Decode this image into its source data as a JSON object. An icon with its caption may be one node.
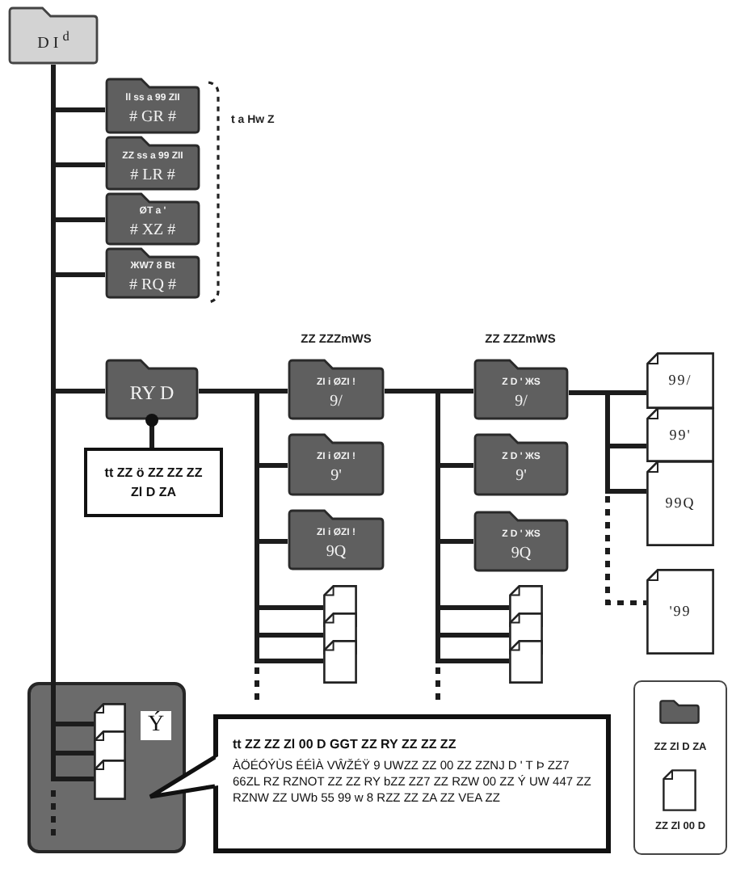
{
  "diagram": {
    "nodes": [
      {
        "text": [
          "D I $^{d}$"
        ]
      },
      {
        "text": [
          "ll ss a 99 ZII",
          "# GR #"
        ]
      },
      {
        "text": [
          "ZZ ss a 99 ZII",
          "# LR #"
        ]
      },
      {
        "text": [
          "ØT a '",
          "# XZ #"
        ]
      },
      {
        "text": [
          "ЖW7 8 Bt",
          "# RQ #"
        ]
      },
      {
        "text": [
          "RY D"
        ]
      },
      {
        "text": [
          "tt ZZ ö ZZ ZZ ZZ Zl D ZA"
        ]
      },
      {
        "text": [
          "ZI i ØZI !",
          "9/"
        ]
      },
      {
        "text": [
          "ZI i ØZI !",
          "9'"
        ]
      },
      {
        "text": [
          "ZI i ØZI !",
          "9Q"
        ]
      },
      {
        "text": [
          "Z D ' ЖS",
          "9/"
        ]
      },
      {
        "text": [
          "Z D ' ЖS",
          "9'"
        ]
      },
      {
        "text": [
          "Z D ' ЖS",
          "9Q"
        ]
      },
      {
        "text": [],
        "shape": "document"
      },
      {
        "text": [],
        "shape": "document"
      },
      {
        "text": [],
        "shape": "document"
      },
      {
        "text": [],
        "shape": "document"
      },
      {
        "text": [],
        "shape": "document"
      },
      {
        "text": [],
        "shape": "document"
      },
      {
        "text": [
          "99/"
        ]
      },
      {
        "text": [
          "99'"
        ]
      },
      {
        "text": [
          "99Q"
        ]
      },
      {
        "text": [
          "'99"
        ]
      },
      {
        "text": [],
        "shape": "box"
      },
      {
        "text": [],
        "shape": "document",
        "in": 23
      },
      {
        "text": [],
        "shape": "document",
        "in": 23
      },
      {
        "text": [],
        "shape": "document",
        "in": 23
      },
      {
        "text": [
          "Ý"
        ],
        "in": 23
      },
      {
        "text": [
          "tt ZZ ZZ Zl 00 D GGT ZZ RY ZZ ZZ ZZ",
          "ÀÖÉÓÝÙS ÉÉÌÀ VŴŽÉŸ 9 UWZZ ZZ 00 ZZ ZZNJ D ' T Þ ZZ7 66ZL RZ RZNOT ZZ ZZ RY bZZ ZZ7 ZZ RZW 00 ZZ Ý UW 447 ZZ RZNW ZZ UWb 55 99 w 8 RZZ ZZ ZA ZZ VEA ZZ"
        ]
      }
    ],
    "edges": [
      {
        "from": 0,
        "to": 1,
        "arrow": "none"
      },
      {
        "from": 0,
        "to": 2,
        "arrow": "none"
      },
      {
        "from": 0,
        "to": 3,
        "arrow": "none"
      },
      {
        "from": 0,
        "to": 4,
        "arrow": "none"
      },
      {
        "from": 0,
        "to": 5,
        "arrow": "none"
      },
      {
        "from": 0,
        "to": 24,
        "arrow": "none"
      },
      {
        "from": 0,
        "to": 25,
        "arrow": "none"
      },
      {
        "from": 0,
        "to": 26,
        "arrow": "none"
      },
      {
        "from": 5,
        "to": 6,
        "arrow": "other"
      },
      {
        "from": 5,
        "to": 7,
        "arrow": "none"
      },
      {
        "from": 5,
        "to": 8,
        "arrow": "none"
      },
      {
        "from": 5,
        "to": 9,
        "arrow": "none"
      },
      {
        "from": 5,
        "to": 13,
        "arrow": "none"
      },
      {
        "from": 5,
        "to": 14,
        "arrow": "none"
      },
      {
        "from": 5,
        "to": 15,
        "arrow": "none"
      },
      {
        "from": 7,
        "to": 10,
        "arrow": "none"
      },
      {
        "from": 7,
        "to": 11,
        "arrow": "none"
      },
      {
        "from": 7,
        "to": 12,
        "arrow": "none"
      },
      {
        "from": 7,
        "to": 16,
        "arrow": "none"
      },
      {
        "from": 7,
        "to": 17,
        "arrow": "none"
      },
      {
        "from": 7,
        "to": 18,
        "arrow": "none"
      },
      {
        "from": 10,
        "to": 19,
        "arrow": "none"
      },
      {
        "from": 10,
        "to": 20,
        "arrow": "none"
      },
      {
        "from": 10,
        "to": 21,
        "arrow": "none"
      },
      {
        "from": 10,
        "to": 22,
        "arrow": "none",
        "style": "dashed"
      }
    ],
    "labels": [
      "t a Hw Z",
      "ZZ ZZZmWS",
      "ZZ ZZZmWS"
    ],
    "legend": [
      {
        "text": "ZZ Zl D ZA"
      },
      {
        "text": "ZZ Zl 00 D"
      }
    ]
  }
}
